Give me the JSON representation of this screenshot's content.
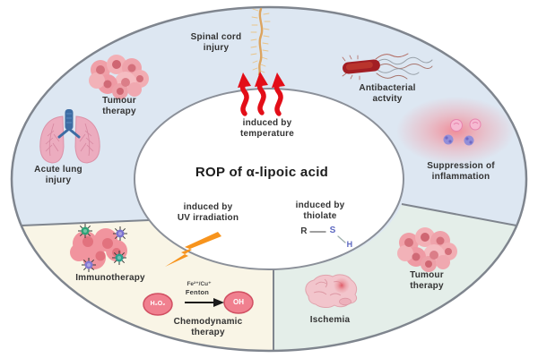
{
  "figure": {
    "title": "ROP of α-lipoic acid",
    "triggers": {
      "temperature": "induced by\ntemperature",
      "uv": "induced by\nUV irradiation",
      "thiolate": "induced by\nthiolate"
    },
    "applications": {
      "spinal_cord": "Spinal cord\ninjury",
      "tumour_top": "Tumour\ntherapy",
      "acute_lung": "Acute lung\ninjury",
      "antibacterial": "Antibacterial\nactvity",
      "suppression": "Suppression of\ninflammation",
      "tumour_bottom": "Tumour\ntherapy",
      "ischemia": "Ischemia",
      "immunotherapy": "Immunotherapy",
      "chemodynamic": "Chemodynamic\ntherapy"
    },
    "chemistry": {
      "catalyst": "Fe²⁺/Cu⁺",
      "reaction": "Fenton",
      "reactant": "H₂O₂",
      "product": "OH",
      "r": "R",
      "s": "S",
      "h": "H"
    },
    "colors": {
      "sector_top": "#dde7f2",
      "sector_bottom_left": "#f9f5e6",
      "sector_bottom_right": "#e4eee9",
      "ring_border": "#7f858e",
      "heat_arrow": "#e30e18",
      "lightning": "#f7941d",
      "fenton_bubble": "#f0808f"
    }
  }
}
